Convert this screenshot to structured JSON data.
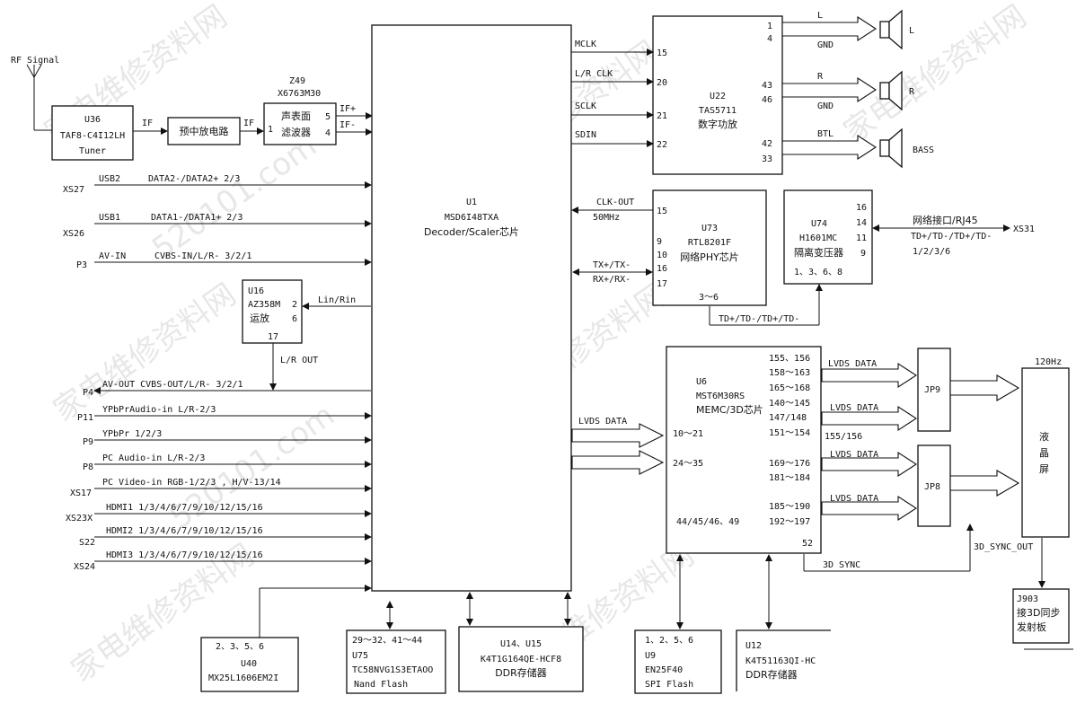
{
  "watermarks": {
    "cn": "家电维修资料网",
    "url": "520101.com"
  },
  "rf_signal": "RF Signal",
  "u36": {
    "ref": "U36",
    "part": "TAF8-C4I12LH",
    "name": "Tuner"
  },
  "if1": "IF",
  "preamp": "预中放电路",
  "if2": "IF",
  "z49": {
    "ref": "Z49",
    "part": "X6763M30",
    "name1": "声表面",
    "name2": "滤波器",
    "p1": "1",
    "p5": "5",
    "p4": "4",
    "ifp": "IF+",
    "ifm": "IF-"
  },
  "u1": {
    "ref": "U1",
    "part": "MSD6I48TXA",
    "name": "Decoder/Scaler芯片"
  },
  "inputs": [
    {
      "conn": "XS27",
      "label": "USB2",
      "signal": "DATA2-/DATA2+ 2/3"
    },
    {
      "conn": "XS26",
      "label": "USB1",
      "signal": "DATA1-/DATA1+ 2/3"
    },
    {
      "conn": "P3",
      "label": "AV-IN",
      "signal": "CVBS-IN/L/R- 3/2/1"
    },
    {
      "conn": "P4",
      "label": "AV-OUT CVBS-OUT/L/R- 3/2/1",
      "signal": ""
    },
    {
      "conn": "P11",
      "label": "YPbPrAudio-in L/R-2/3",
      "signal": ""
    },
    {
      "conn": "P9",
      "label": "YPbPr 1/2/3",
      "signal": ""
    },
    {
      "conn": "P8",
      "label": "PC Audio-in L/R-2/3",
      "signal": ""
    },
    {
      "conn": "XS17",
      "label": "PC Video-in RGB-1/2/3 , H/V-13/14",
      "signal": ""
    },
    {
      "conn": "XS23X",
      "label": "HDMI1 1/3/4/6/7/9/10/12/15/16",
      "signal": ""
    },
    {
      "conn": "S22",
      "label": "HDMI2 1/3/4/6/7/9/10/12/15/16",
      "signal": ""
    },
    {
      "conn": "XS24",
      "label": "HDMI3 1/3/4/6/7/9/10/12/15/16",
      "signal": ""
    }
  ],
  "u16": {
    "ref": "U16",
    "part": "AZ358M",
    "name": "运放",
    "p2": "2",
    "p6": "6",
    "p17": "17",
    "lin": "Lin/Rin",
    "lrout": "L/R OUT"
  },
  "u22": {
    "ref": "U22",
    "part": "TAS5711",
    "name": "数字功放",
    "sig": [
      "MCLK",
      "L/R CLK",
      "SCLK",
      "SDIN"
    ],
    "pins": [
      "15",
      "20",
      "21",
      "22"
    ],
    "outpins": [
      "1",
      "4",
      "43",
      "46",
      "42",
      "33"
    ],
    "outsig": [
      "L",
      "GND",
      "R",
      "GND",
      "BTL"
    ],
    "spk": [
      "L",
      "R",
      "BASS"
    ]
  },
  "u73": {
    "ref": "U73",
    "part": "RTL8201F",
    "name": "网络PHY芯片",
    "clk": "CLK-OUT",
    "mhz": "50MHz",
    "pins": [
      "15",
      "9",
      "10",
      "16",
      "17"
    ],
    "txrx": "TX+/TX-",
    "rxtx": "RX+/RX-",
    "range": "3～6",
    "td": "TD+/TD-/TD+/TD-"
  },
  "u74": {
    "ref": "U74",
    "part": "H1601MC",
    "name": "隔离变压器",
    "pins": [
      "16",
      "14",
      "11",
      "9"
    ],
    "bot": "1、3、6、8",
    "net": "网络接口/RJ45",
    "td": "TD+/TD-/TD+/TD-",
    "tdp": "1/2/3/6",
    "xs": "XS31"
  },
  "u6": {
    "ref": "U6",
    "part": "MST6M30RS",
    "name": "MEMC/3D芯片",
    "in1": "10～21",
    "in2": "24～35",
    "bot": "44/45/46、49",
    "p52": "52",
    "pins": [
      "155、156",
      "158～163",
      "165～168",
      "140～145",
      "147/148",
      "151～154",
      "169～176",
      "181～184",
      "185～190",
      "192～197"
    ],
    "p155": "155/156",
    "lvds_in": "LVDS DATA",
    "lvds_out": "LVDS DATA"
  },
  "jp9": "JP9",
  "jp8": "JP8",
  "panel": {
    "hz": "120Hz",
    "name": "液晶屏"
  },
  "sync3d": "3D SYNC",
  "sync3d_out": "3D_SYNC_OUT",
  "j903": {
    "ref": "J903",
    "l1": "接3D同步",
    "l2": "发射板"
  },
  "u40": {
    "pins": "2、3、5、6",
    "ref": "U40",
    "part": "MX25L1606EM2I"
  },
  "u75": {
    "pins": "29～32、41～44",
    "ref": "U75",
    "part": "TC58NVG1S3ETAOO",
    "name": "Nand Flash"
  },
  "u14": {
    "ref": "U14、U15",
    "part": "K4T1G164QE-HCF8",
    "name": "DDR存储器"
  },
  "u9": {
    "pins": "1、2、5、6",
    "ref": "U9",
    "part": "EN25F40",
    "name": "SPI Flash"
  },
  "u12": {
    "ref": "U12",
    "part": "K4T51163QI-HC",
    "name": "DDR存储器"
  }
}
